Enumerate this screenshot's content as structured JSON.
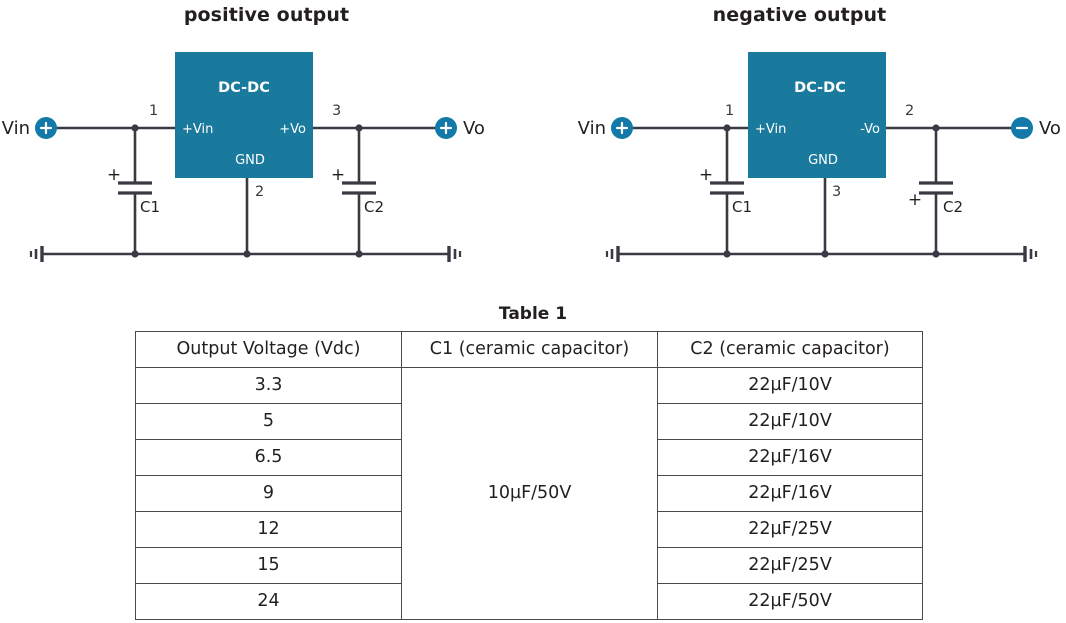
{
  "circuits": [
    {
      "title": "positive output",
      "ic_label": "DC-DC",
      "pin_in_label": "+Vin",
      "pin_out_label": "+Vo",
      "pin_gnd_label": "GND",
      "pin_num_in": "1",
      "pin_num_gnd": "2",
      "pin_num_out": "3",
      "input_terminal_label": "Vin",
      "input_terminal_sign": "+",
      "output_terminal_label": "Vo",
      "output_terminal_sign": "+",
      "cap_in_label": "C1",
      "cap_in_polarity": "+",
      "cap_in_polarity_position": "top",
      "cap_out_label": "C2",
      "cap_out_polarity": "+",
      "cap_out_polarity_position": "top"
    },
    {
      "title": "negative output",
      "ic_label": "DC-DC",
      "pin_in_label": "+Vin",
      "pin_out_label": "-Vo",
      "pin_gnd_label": "GND",
      "pin_num_in": "1",
      "pin_num_gnd": "3",
      "pin_num_out": "2",
      "input_terminal_label": "Vin",
      "input_terminal_sign": "+",
      "output_terminal_label": "Vo",
      "output_terminal_sign": "-",
      "cap_in_label": "C1",
      "cap_in_polarity": "+",
      "cap_in_polarity_position": "top",
      "cap_out_label": "C2",
      "cap_out_polarity": "+",
      "cap_out_polarity_position": "bottom"
    }
  ],
  "table": {
    "caption": "Table 1",
    "headers": [
      "Output Voltage (Vdc)",
      "C1 (ceramic capacitor)",
      "C2 (ceramic capacitor)"
    ],
    "c1_value": "10µF/50V",
    "rows": [
      {
        "voltage": "3.3",
        "c2": "22µF/10V"
      },
      {
        "voltage": "5",
        "c2": "22µF/10V"
      },
      {
        "voltage": "6.5",
        "c2": "22µF/16V"
      },
      {
        "voltage": "9",
        "c2": "22µF/16V"
      },
      {
        "voltage": "12",
        "c2": "22µF/25V"
      },
      {
        "voltage": "15",
        "c2": "22µF/25V"
      },
      {
        "voltage": "24",
        "c2": "22µF/50V"
      }
    ]
  },
  "colors": {
    "ic_fill": "#1a7a9e",
    "terminal_badge": "#1279a8",
    "wire": "#3a3a44",
    "text": "#231f20"
  }
}
